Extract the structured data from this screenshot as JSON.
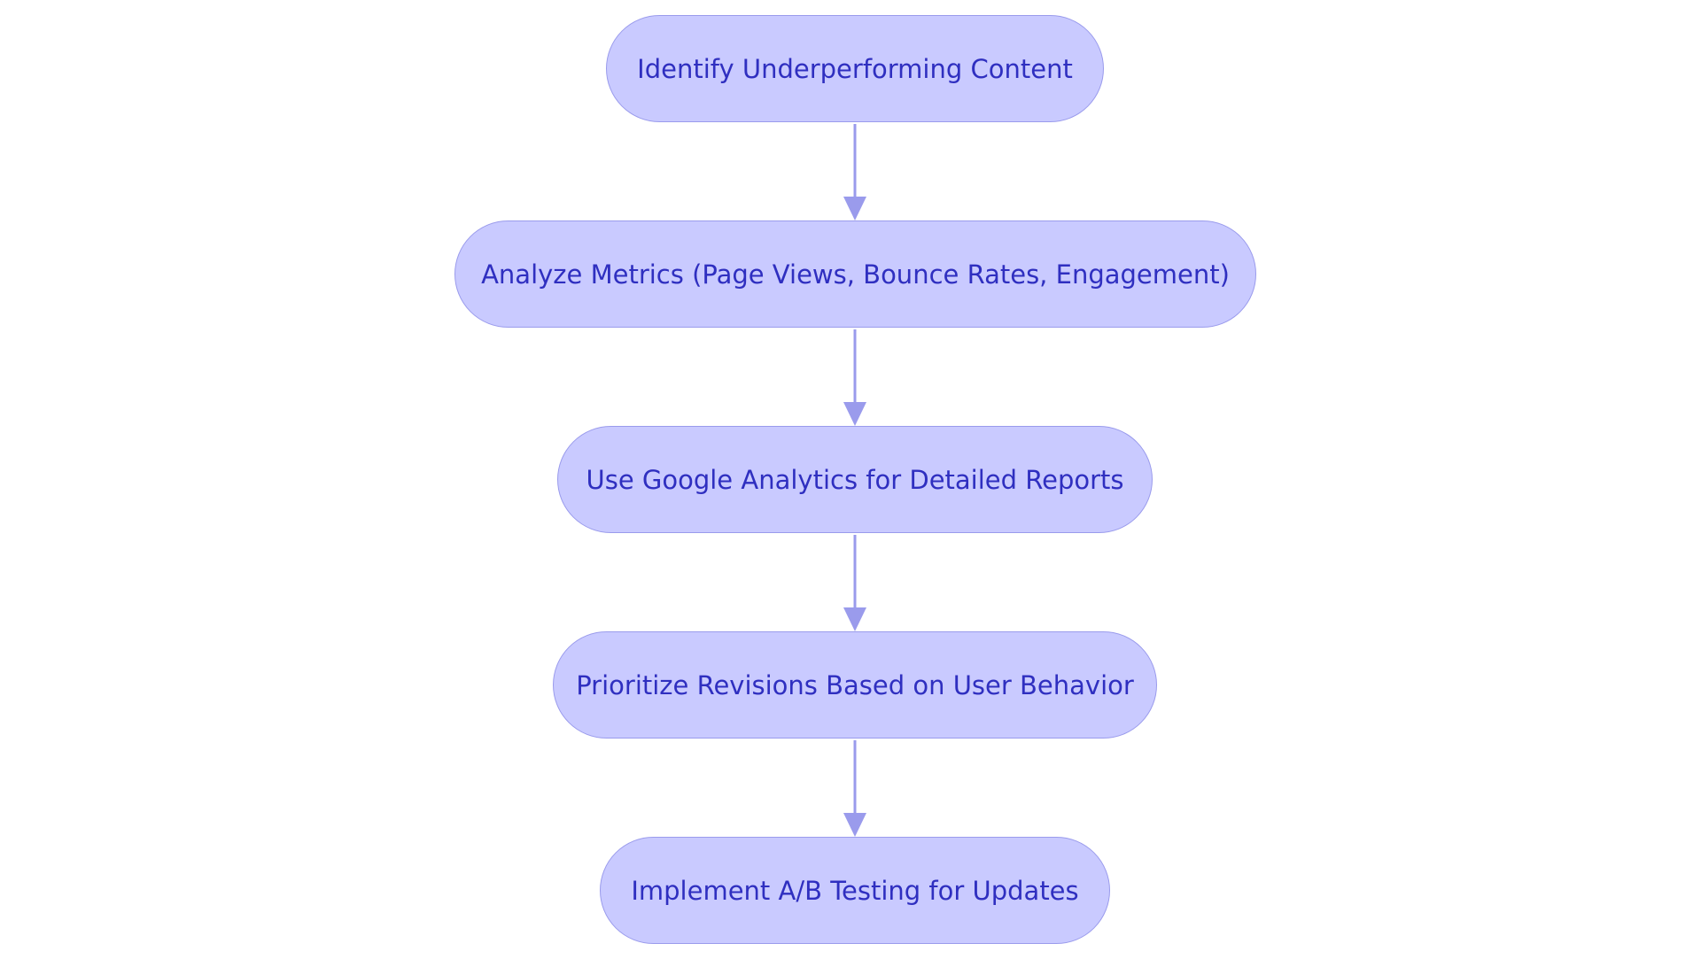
{
  "diagram": {
    "type": "flowchart",
    "direction": "top-to-bottom",
    "colors": {
      "node_fill": "#c9caff",
      "node_border": "#9a9bec",
      "node_text": "#2f2fc0",
      "connector": "#9a9bec"
    },
    "nodes": [
      {
        "id": "identify",
        "label": "Identify Underperforming Content"
      },
      {
        "id": "analyze",
        "label": "Analyze Metrics (Page Views, Bounce Rates, Engagement)"
      },
      {
        "id": "google-analytics",
        "label": "Use Google Analytics for Detailed Reports"
      },
      {
        "id": "prioritize",
        "label": "Prioritize Revisions Based on User Behavior"
      },
      {
        "id": "ab-testing",
        "label": "Implement A/B Testing for Updates"
      }
    ],
    "edges": [
      {
        "from": "identify",
        "to": "analyze"
      },
      {
        "from": "analyze",
        "to": "google-analytics"
      },
      {
        "from": "google-analytics",
        "to": "prioritize"
      },
      {
        "from": "prioritize",
        "to": "ab-testing"
      }
    ]
  }
}
